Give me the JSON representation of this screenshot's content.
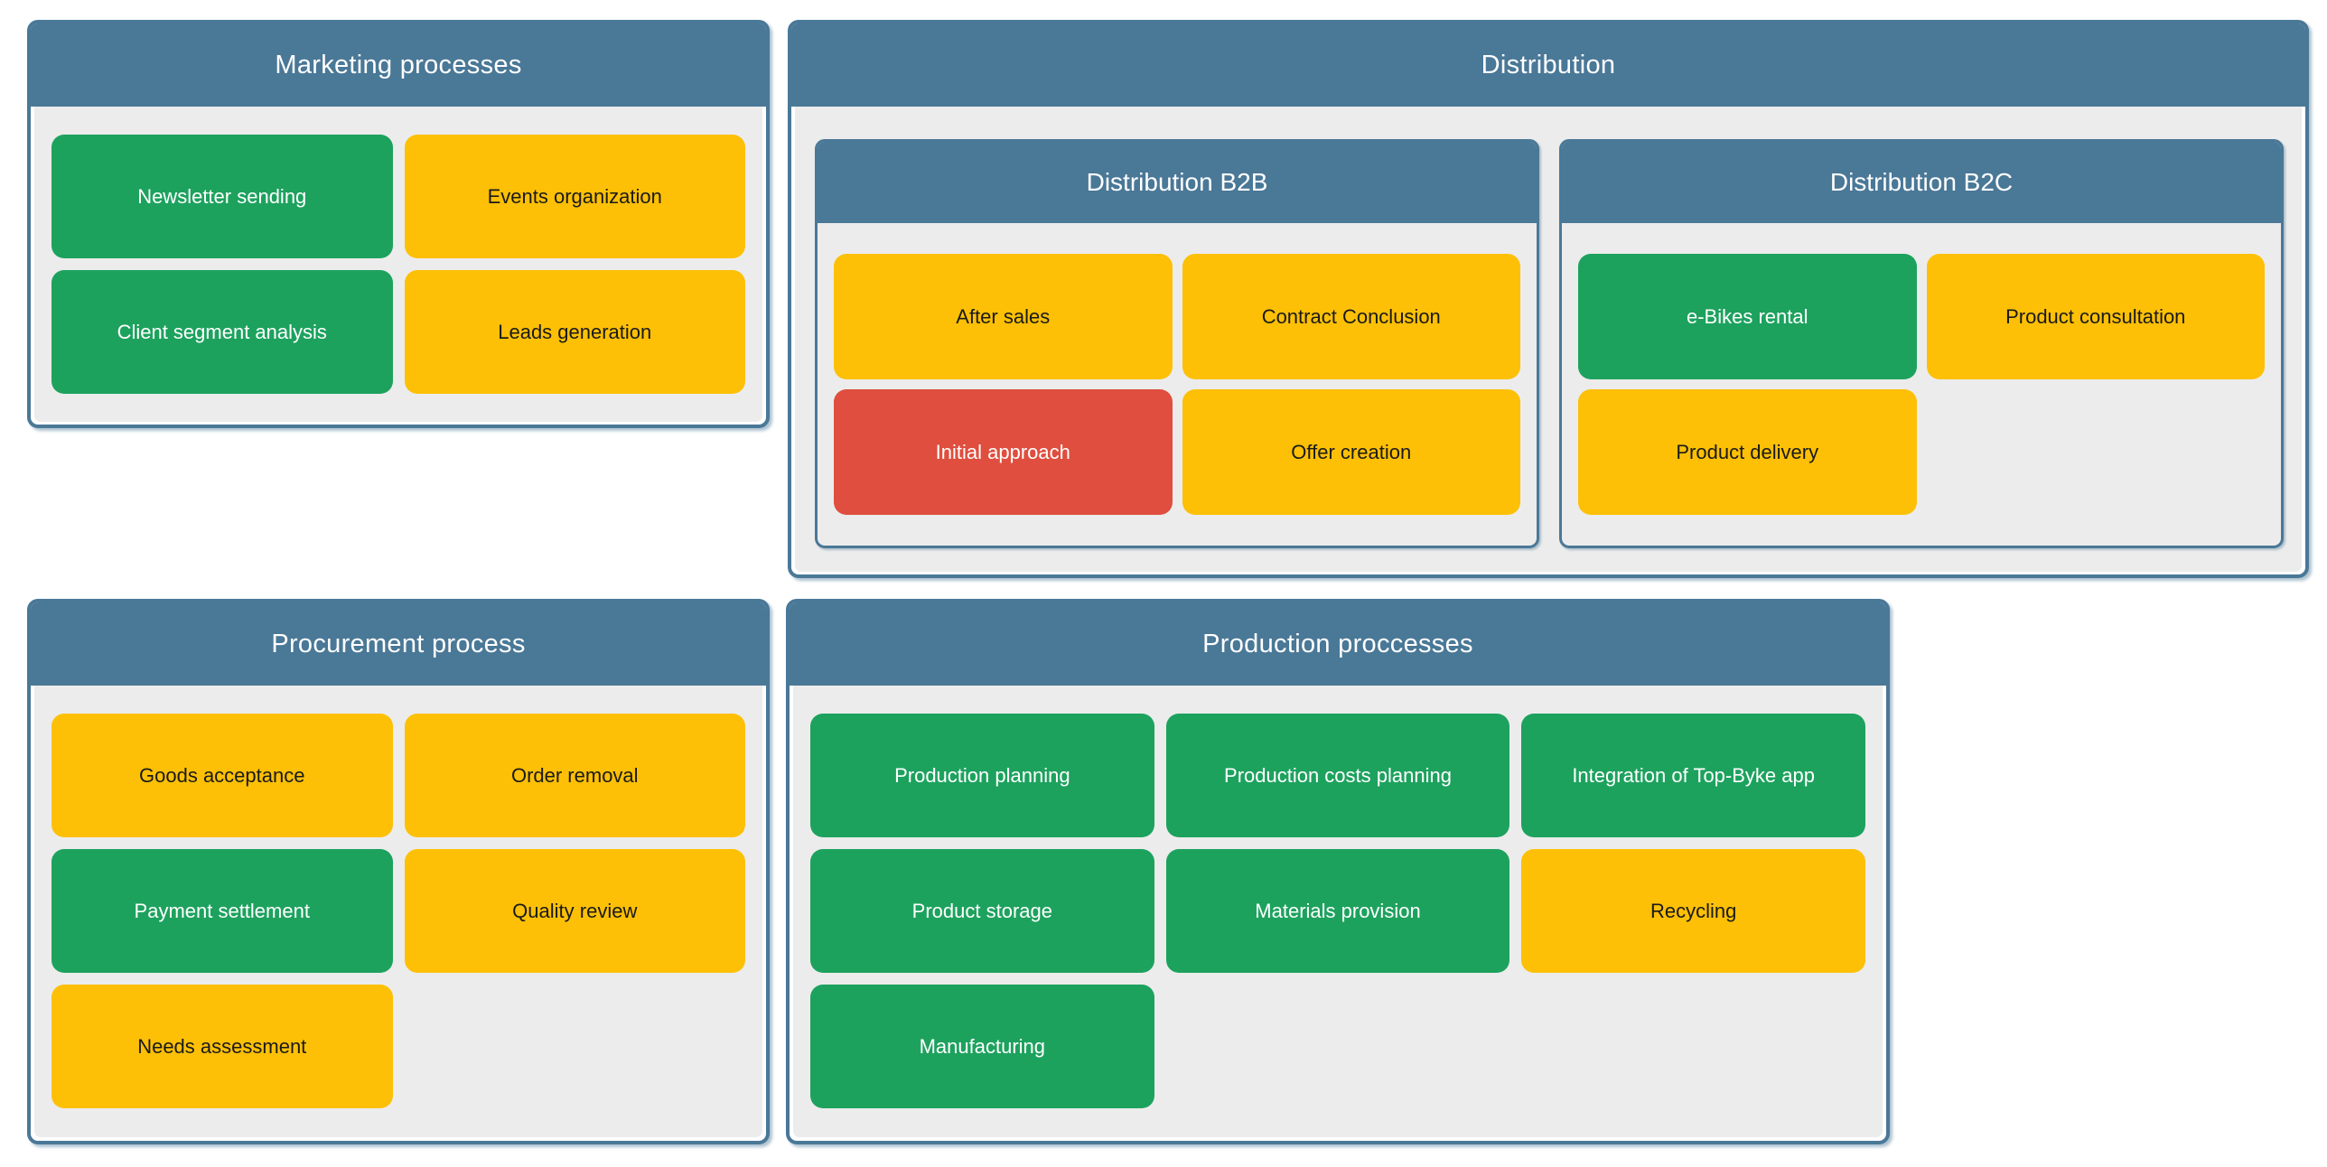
{
  "colors": {
    "header_blue": "#4A7897",
    "panel_body_gray": "#ECECEC",
    "tile_green": "#1DA25E",
    "tile_yellow": "#FDC006",
    "tile_red": "#DF4E3E",
    "text_on_yellow": "#1A1A1A",
    "text_on_color": "#FFFFFF"
  },
  "panels": {
    "marketing": {
      "title": "Marketing processes",
      "tiles": [
        {
          "label": "Newsletter sending",
          "color": "green"
        },
        {
          "label": "Events organization",
          "color": "yellow"
        },
        {
          "label": "Client segment analysis",
          "color": "green"
        },
        {
          "label": "Leads generation",
          "color": "yellow"
        }
      ]
    },
    "distribution": {
      "title": "Distribution",
      "subpanels": [
        {
          "title": "Distribution B2B",
          "tiles": [
            {
              "label": "After sales",
              "color": "yellow"
            },
            {
              "label": "Contract Conclusion",
              "color": "yellow"
            },
            {
              "label": "Initial approach",
              "color": "red"
            },
            {
              "label": "Offer creation",
              "color": "yellow"
            }
          ]
        },
        {
          "title": "Distribution B2C",
          "tiles": [
            {
              "label": "e-Bikes rental",
              "color": "green"
            },
            {
              "label": "Product consultation",
              "color": "yellow"
            },
            {
              "label": "Product delivery",
              "color": "yellow"
            }
          ]
        }
      ]
    },
    "procurement": {
      "title": "Procurement process",
      "tiles": [
        {
          "label": "Goods acceptance",
          "color": "yellow"
        },
        {
          "label": "Order removal",
          "color": "yellow"
        },
        {
          "label": "Payment settlement",
          "color": "green"
        },
        {
          "label": "Quality review",
          "color": "yellow"
        },
        {
          "label": "Needs assessment",
          "color": "yellow"
        }
      ]
    },
    "production": {
      "title": "Production proccesses",
      "tiles": [
        {
          "label": "Production planning",
          "color": "green"
        },
        {
          "label": "Production costs planning",
          "color": "green"
        },
        {
          "label": "Integration of Top-Byke app",
          "color": "green"
        },
        {
          "label": "Product storage",
          "color": "green"
        },
        {
          "label": "Materials provision",
          "color": "green"
        },
        {
          "label": "Recycling",
          "color": "yellow"
        },
        {
          "label": "Manufacturing",
          "color": "green"
        }
      ]
    }
  }
}
